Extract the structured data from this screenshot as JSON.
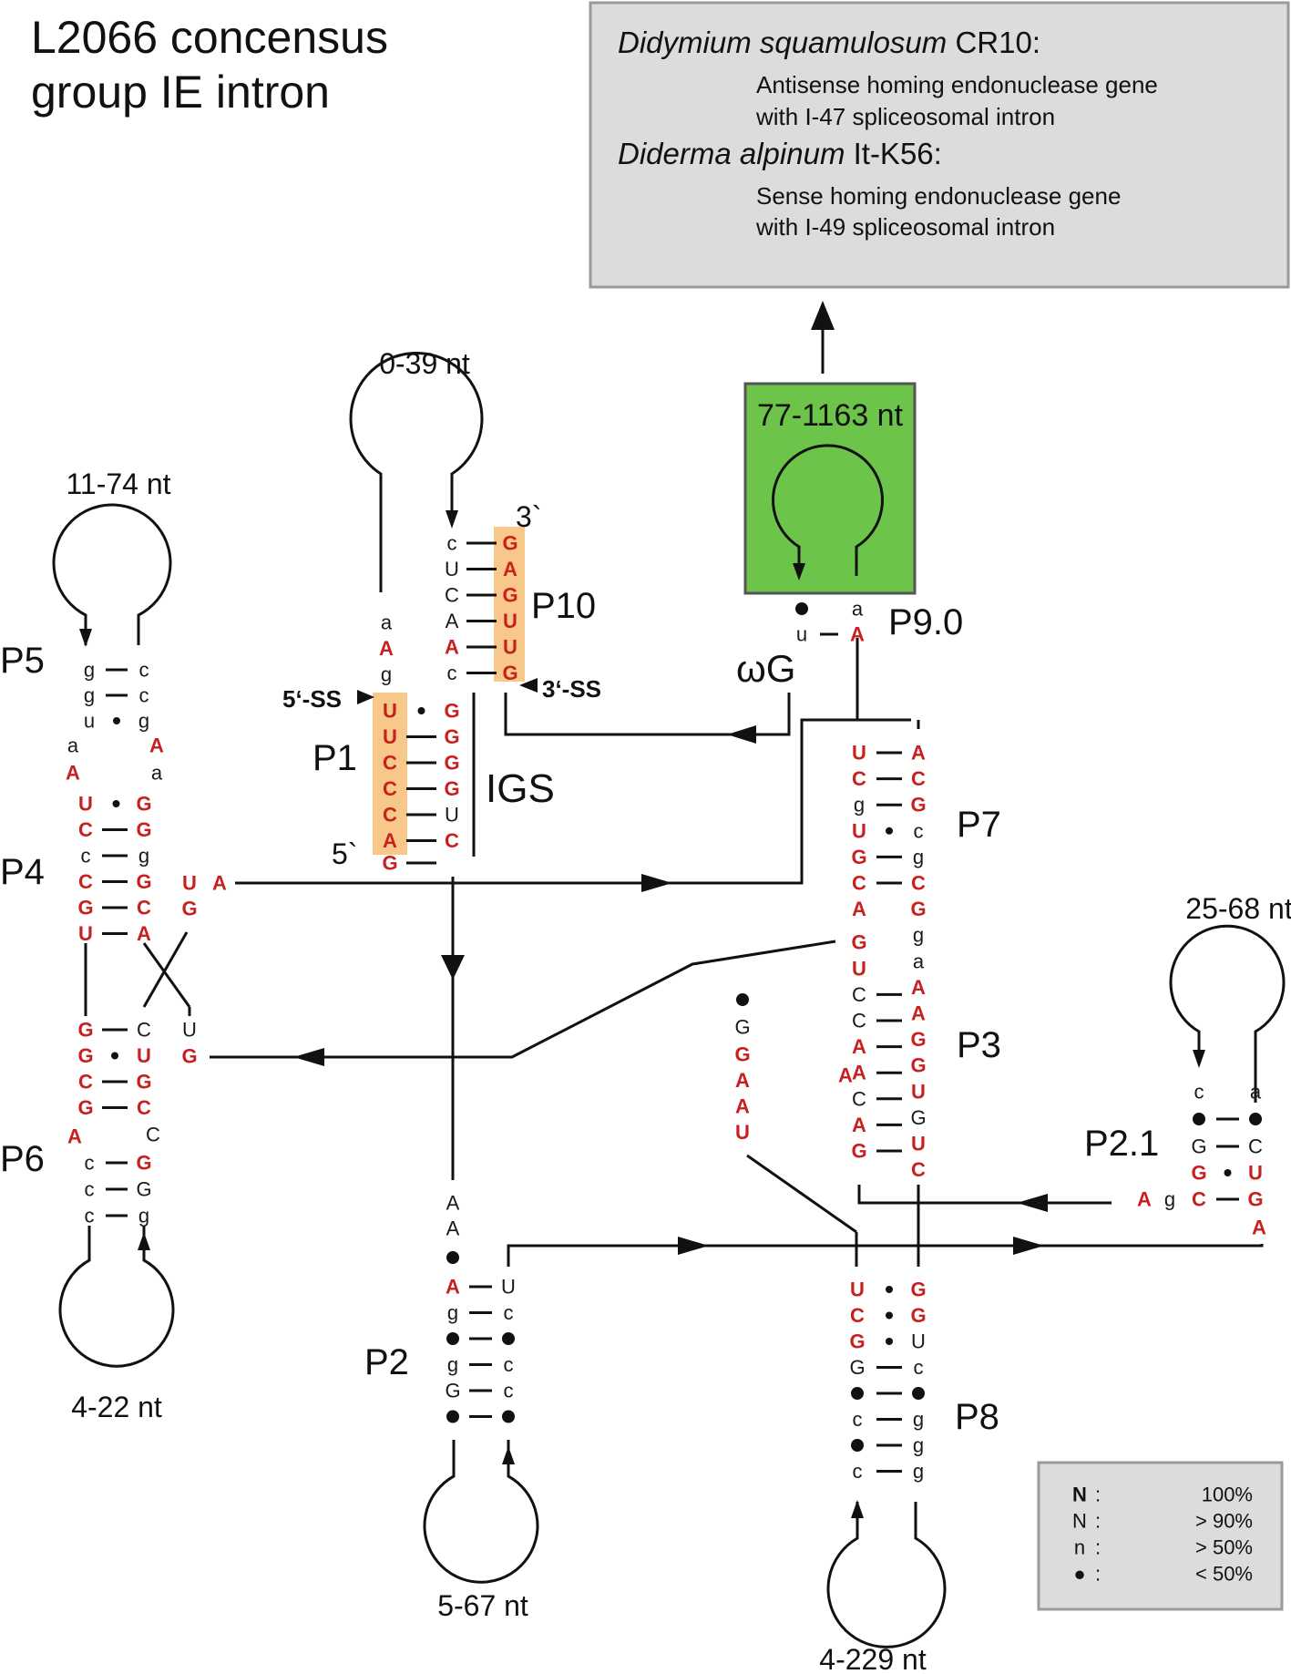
{
  "title": [
    "L2066 concensus",
    "group IE intron"
  ],
  "info_box": {
    "org1_italic": "Didymium squamulosum",
    "org1_strain": " CR10:",
    "org1_line1": "Antisense homing endonuclease gene",
    "org1_line2": "with I-47 spliceosomal intron",
    "org2_italic": "Diderma alpinum",
    "org2_strain": " It-K56:",
    "org2_line1": "Sense homing endonuclease gene",
    "org2_line2": "with I-49 spliceosomal intron"
  },
  "loops": {
    "p10_loop": "0-39 nt",
    "p5_loop": "11-74 nt",
    "p6_loop": "4-22 nt",
    "p2_loop": "5-67 nt",
    "p8_loop": "4-229 nt",
    "p21_loop": "25-68 nt",
    "p9_loop": "77-1163 nt"
  },
  "helix_labels": {
    "p1": "P1",
    "p2": "P2",
    "p21": "P2.1",
    "p3": "P3",
    "p4": "P4",
    "p5": "P5",
    "p6": "P6",
    "p7": "P7",
    "p8": "P8",
    "p9": "P9.0",
    "p10": "P10",
    "igs": "IGS"
  },
  "annotations": {
    "ss5": "5‘-SS",
    "ss3": "3‘-SS",
    "end5": "5`",
    "end3": "3`",
    "omega_g": "ωG"
  },
  "legend": [
    {
      "symbol": "N",
      "sep": ":",
      "value": "100%",
      "color": "#c8201e"
    },
    {
      "symbol": "N",
      "sep": ":",
      "value": "> 90%",
      "color": "#111111"
    },
    {
      "symbol": "n",
      "sep": ":",
      "value": "> 50%",
      "color": "#111111"
    },
    {
      "symbol": "●",
      "sep": ":",
      "value": "< 50%",
      "color": "#111111"
    }
  ],
  "colors": {
    "conserved": "#c8201e",
    "normal": "#1a1a1a",
    "highlight": "#f8c88a",
    "p9_box": "#6cc44a",
    "info_bg": "#dcdcdc"
  },
  "nucleotides": {
    "P10": {
      "left": [
        "c",
        "U",
        "C",
        "A",
        "A",
        "c"
      ],
      "right": [
        "G",
        "A",
        "G",
        "U",
        "U",
        "G"
      ]
    },
    "P10_5p_strand": [
      "a",
      "A",
      "g"
    ],
    "P1": {
      "left": [
        "U",
        "U",
        "C",
        "C",
        "C",
        "A",
        "G"
      ],
      "right": [
        "G",
        "G",
        "G",
        "G",
        "U",
        "C"
      ]
    },
    "P5": {
      "left": [
        "g",
        "g",
        "u"
      ],
      "right": [
        "c",
        "c",
        "g"
      ]
    },
    "P5_P4_internal": [
      "a",
      "A",
      "A",
      "a"
    ],
    "P4": {
      "left": [
        "U",
        "C",
        "c",
        "C",
        "G",
        "U"
      ],
      "right": [
        "G",
        "G",
        "g",
        "G",
        "C",
        "A"
      ]
    },
    "P4_P6_junction": [
      "U",
      "A",
      "G",
      "U",
      "G"
    ],
    "P6": {
      "left": [
        "G",
        "G",
        "C",
        "G",
        "A",
        "c",
        "c",
        "c"
      ],
      "right": [
        "C",
        "U",
        "G",
        "C",
        "C",
        "G",
        "G",
        "g"
      ]
    },
    "P2": {
      "left_5p": [
        "A",
        "A",
        "●",
        "A",
        "g",
        "●",
        "g",
        "G",
        "●"
      ],
      "right": [
        "U",
        "c",
        "●",
        "c",
        "c",
        "●"
      ]
    },
    "J3_4": [
      "●",
      "G",
      "G",
      "A",
      "A",
      "U"
    ],
    "P7_P3_5p": [
      "U",
      "C",
      "g",
      "U",
      "G",
      "C",
      "A",
      "G",
      "U",
      "C",
      "C",
      "A",
      "A",
      "C",
      "A",
      "G"
    ],
    "P7_P3_3p": [
      "A",
      "C",
      "G",
      "c",
      "g",
      "C",
      "G",
      "g",
      "a",
      "A",
      "A",
      "G",
      "G",
      "U",
      "G",
      "U",
      "C"
    ],
    "P9_0": [
      "●",
      "u",
      "a",
      "A"
    ],
    "P8": {
      "left": [
        "U",
        "C",
        "G",
        "G",
        "●",
        "c",
        "●",
        "c"
      ],
      "right": [
        "G",
        "G",
        "U",
        "c",
        "●",
        "g",
        "g",
        "g"
      ]
    },
    "P2_1": {
      "left": [
        "c",
        "●",
        "G",
        "G",
        "C",
        "A",
        "g"
      ],
      "right": [
        "a",
        "●",
        "C",
        "U",
        "G",
        "A"
      ]
    }
  }
}
